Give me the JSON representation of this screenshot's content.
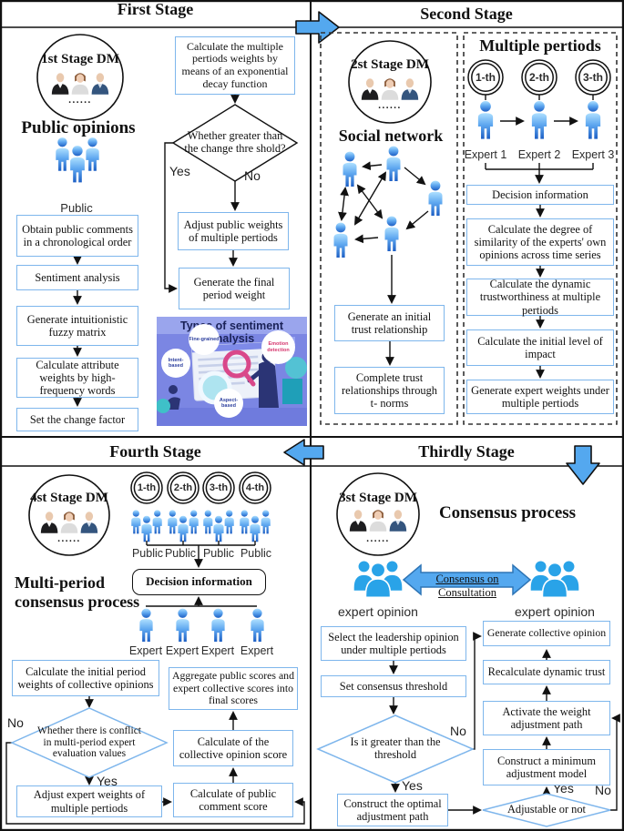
{
  "labels": {
    "yes": "Yes",
    "no": "No",
    "dots": "......"
  },
  "stage1": {
    "title": "First Stage",
    "dm": "1st Stage DM",
    "heading": "Public opinions",
    "public": "Public",
    "flow": [
      "Obtain public comments in a chronological order",
      "Sentiment analysis",
      "Generate intuitionistic fuzzy matrix",
      "Calculate attribute weights by high-frequency words",
      "Set the change factor"
    ],
    "calc": "Calculate the multiple pertiods weights by means of an exponential decay function",
    "diamond": "Whether greater than the change thre shold?",
    "adjust": "Adjust public weights of multiple pertiods",
    "final": "Generate the final period weight",
    "illo": {
      "title": "Types of sentiment analysis",
      "fine": "Fine-grained",
      "emotion": "Emotion detection",
      "intent": "Intent-based",
      "aspect": "Aspect-based"
    }
  },
  "stage2": {
    "title": "Second Stage",
    "dm": "2st Stage DM",
    "social": "Social network",
    "trust": "Generate an initial trust relationship",
    "tnorm": "Complete trust relationships through t- norms",
    "multiple": "Multiple pertiods",
    "periods": [
      "1-th",
      "2-th",
      "3-th"
    ],
    "experts": [
      "Expert 1",
      "Expert 2",
      "Expert 3"
    ],
    "flow": [
      "Decision information",
      "Calculate the degree of similarity of the experts' own opinions across time series",
      "Calculate the dynamic trustworthiness at multiple pertiods",
      "Calculate the initial level of impact",
      "Generate expert weights under multiple pertiods"
    ]
  },
  "stage3": {
    "title": "Thirdly Stage",
    "dm": "3st Stage DM",
    "heading": "Consensus process",
    "consult": "Consensus on Consultation",
    "opinion_left": "expert opinion",
    "opinion_right": "expert opinion",
    "select": "Select the leadership opinion under multiple pertiods",
    "threshold": "Set consensus threshold",
    "diamond1": "Is it greater than the threshold",
    "optimal": "Construct the optimal adjustment path",
    "diamond2": "Adjustable or not",
    "generate": "Generate collective opinion",
    "recalc": "Recalculate dynamic trust",
    "activate": "Activate the weight adjustment path",
    "minimum": "Construct a minimum adjustment model"
  },
  "stage4": {
    "title": "Fourth Stage",
    "dm": "4st Stage DM",
    "heading1": "Multi-period",
    "heading2": "consensus process",
    "periods": [
      "1-th",
      "2-th",
      "3-th",
      "4-th"
    ],
    "publics": [
      "Public",
      "Public",
      "Public",
      "Public"
    ],
    "decision": "Decision information",
    "experts": [
      "Expert",
      "Expert",
      "Expert",
      "Expert"
    ],
    "initial": "Calculate the initial period weights of collective opinions",
    "diamond": "Whether there is conflict in multi-period expert evaluation values",
    "adjust": "Adjust expert weights of multiple pertiods",
    "comment": "Calculate of public comment score",
    "collective": "Calculate of the collective opinion score",
    "aggregate": "Aggregate public scores and expert collective scores into final scores"
  },
  "colors": {
    "box_border": "#7EB6EC",
    "big_arrow": "#54A8EF",
    "flat_person": "#29A3E8",
    "person_gradient_top": "#AEE0FF",
    "person_gradient_bottom": "#1D5FC4",
    "illo_bg": "#7B86E3",
    "illo_title": "#1A2258",
    "bubble_pink": "#D6366E"
  }
}
